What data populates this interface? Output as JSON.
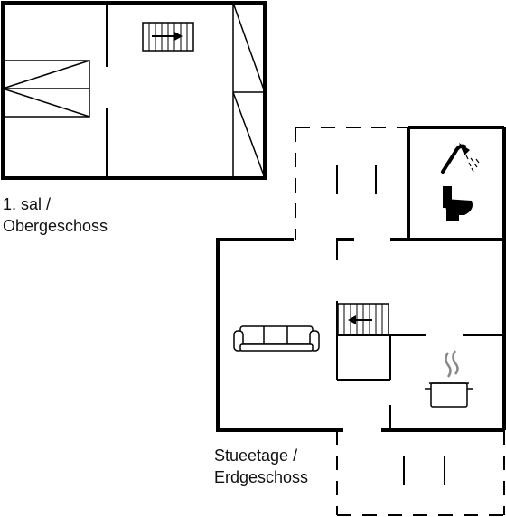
{
  "upper_floor": {
    "label_line1": "1. sal /",
    "label_line2": "Obergeschoss"
  },
  "ground_floor": {
    "label_line1": "Stueetage /",
    "label_line2": "Erdgeschoss"
  },
  "icons": {
    "upper_stairs": "staircase-icon",
    "ground_stairs": "staircase-icon",
    "sofa": "sofa-icon",
    "shower": "shower-icon",
    "toilet": "toilet-icon",
    "cooking_pot": "cooking-pot-icon"
  },
  "colors": {
    "wall": "#000000",
    "background": "#ffffff"
  }
}
